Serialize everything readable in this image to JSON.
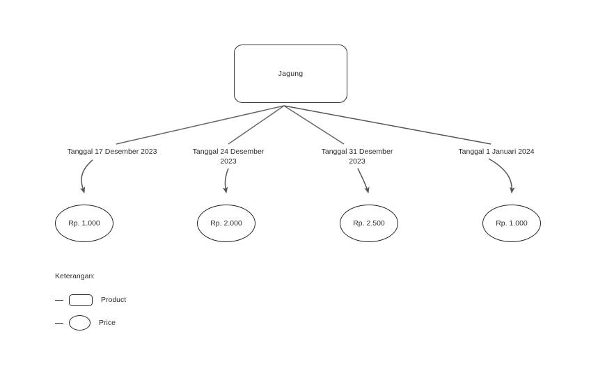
{
  "diagram": {
    "background_color": "#ffffff",
    "stroke_color": "#555555",
    "node_border_color": "#222222",
    "text_color": "#2b2b2b",
    "root": {
      "shape": "rounded-rectangle",
      "label": "Jagung"
    },
    "edges": [
      {
        "label": "Tanggal 17 Desember 2023"
      },
      {
        "label": "Tanggal 24 Desember\n2023"
      },
      {
        "label": "Tanggal 31 Desember\n2023"
      },
      {
        "label": "Tanggal 1 Januari 2024"
      }
    ],
    "prices": [
      {
        "shape": "ellipse",
        "label": "Rp. 1.000"
      },
      {
        "shape": "ellipse",
        "label": "Rp. 2.000"
      },
      {
        "shape": "ellipse",
        "label": "Rp. 2.500"
      },
      {
        "shape": "ellipse",
        "label": "Rp. 1.000"
      }
    ]
  },
  "legend": {
    "title": "Keterangan:",
    "items": [
      {
        "shape": "rounded-rectangle",
        "label": "Product"
      },
      {
        "shape": "ellipse",
        "label": "Price"
      }
    ]
  }
}
